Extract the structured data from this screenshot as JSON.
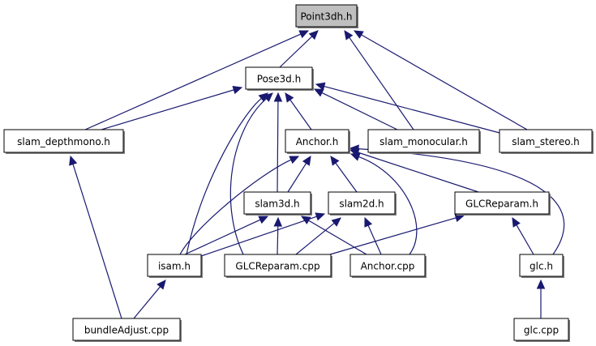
{
  "diagram": {
    "type": "include-dependency-graph",
    "colors": {
      "edge": "#191970",
      "root_fill": "#bfbfbf",
      "node_fill": "#ffffff",
      "border": "#000000"
    },
    "nodes": [
      {
        "id": "point3dh",
        "label": "Point3dh.h",
        "root": true
      },
      {
        "id": "pose3d",
        "label": "Pose3d.h"
      },
      {
        "id": "slam_depthmono",
        "label": "slam_depthmono.h"
      },
      {
        "id": "anchor_h",
        "label": "Anchor.h"
      },
      {
        "id": "slam_monocular",
        "label": "slam_monocular.h"
      },
      {
        "id": "slam_stereo",
        "label": "slam_stereo.h"
      },
      {
        "id": "slam3d",
        "label": "slam3d.h"
      },
      {
        "id": "slam2d",
        "label": "slam2d.h"
      },
      {
        "id": "glcreparam_h",
        "label": "GLCReparam.h"
      },
      {
        "id": "isam",
        "label": "isam.h"
      },
      {
        "id": "glcreparam_cpp",
        "label": "GLCReparam.cpp"
      },
      {
        "id": "anchor_cpp",
        "label": "Anchor.cpp"
      },
      {
        "id": "glc_h",
        "label": "glc.h"
      },
      {
        "id": "bundleadjust",
        "label": "bundleAdjust.cpp"
      },
      {
        "id": "glc_cpp",
        "label": "glc.cpp"
      }
    ],
    "edges": [
      {
        "from": "pose3d",
        "to": "point3dh"
      },
      {
        "from": "slam_depthmono",
        "to": "point3dh"
      },
      {
        "from": "slam_monocular",
        "to": "point3dh"
      },
      {
        "from": "slam_stereo",
        "to": "point3dh"
      },
      {
        "from": "slam_depthmono",
        "to": "pose3d"
      },
      {
        "from": "anchor_h",
        "to": "pose3d"
      },
      {
        "from": "slam_monocular",
        "to": "pose3d"
      },
      {
        "from": "slam_stereo",
        "to": "pose3d"
      },
      {
        "from": "slam3d",
        "to": "pose3d"
      },
      {
        "from": "isam",
        "to": "pose3d"
      },
      {
        "from": "glcreparam_cpp",
        "to": "pose3d"
      },
      {
        "from": "slam3d",
        "to": "anchor_h"
      },
      {
        "from": "slam2d",
        "to": "anchor_h"
      },
      {
        "from": "glcreparam_h",
        "to": "anchor_h"
      },
      {
        "from": "isam",
        "to": "anchor_h"
      },
      {
        "from": "anchor_cpp",
        "to": "anchor_h"
      },
      {
        "from": "glc_h",
        "to": "anchor_h"
      },
      {
        "from": "isam",
        "to": "slam3d"
      },
      {
        "from": "glcreparam_cpp",
        "to": "slam3d"
      },
      {
        "from": "anchor_cpp",
        "to": "slam3d"
      },
      {
        "from": "isam",
        "to": "slam2d"
      },
      {
        "from": "glcreparam_cpp",
        "to": "slam2d"
      },
      {
        "from": "anchor_cpp",
        "to": "slam2d"
      },
      {
        "from": "glcreparam_cpp",
        "to": "glcreparam_h"
      },
      {
        "from": "glc_h",
        "to": "glcreparam_h"
      },
      {
        "from": "bundleadjust",
        "to": "isam"
      },
      {
        "from": "bundleadjust",
        "to": "slam_depthmono"
      },
      {
        "from": "glc_cpp",
        "to": "glc_h"
      }
    ]
  }
}
